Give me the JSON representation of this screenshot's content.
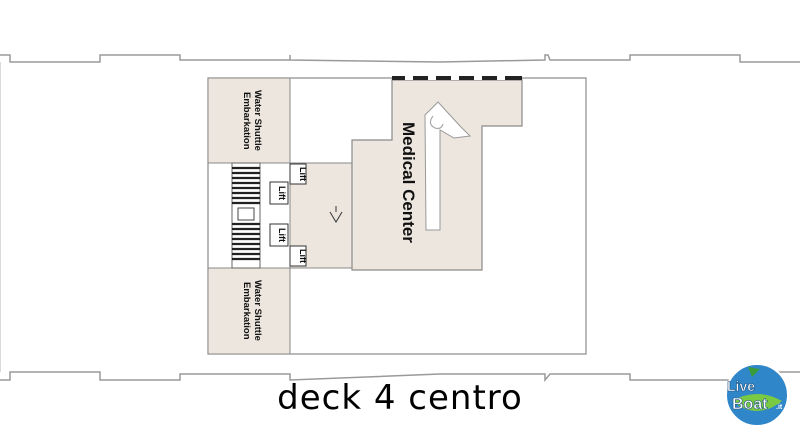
{
  "deck": {
    "title": "deck 4 centro"
  },
  "areas": {
    "shuttle_top": [
      "Water Shuttle",
      "Embarkation"
    ],
    "shuttle_bottom": [
      "Water Shuttle",
      "Embarkation"
    ],
    "medical": "Medical Center",
    "lift": "Lift"
  },
  "logo": {
    "line1": "Live",
    "line2": "Boat",
    "suffix": ".it"
  },
  "colors": {
    "floor": "#ece6df",
    "outline": "#8a8a8a",
    "hull": "#9a9a9a"
  }
}
